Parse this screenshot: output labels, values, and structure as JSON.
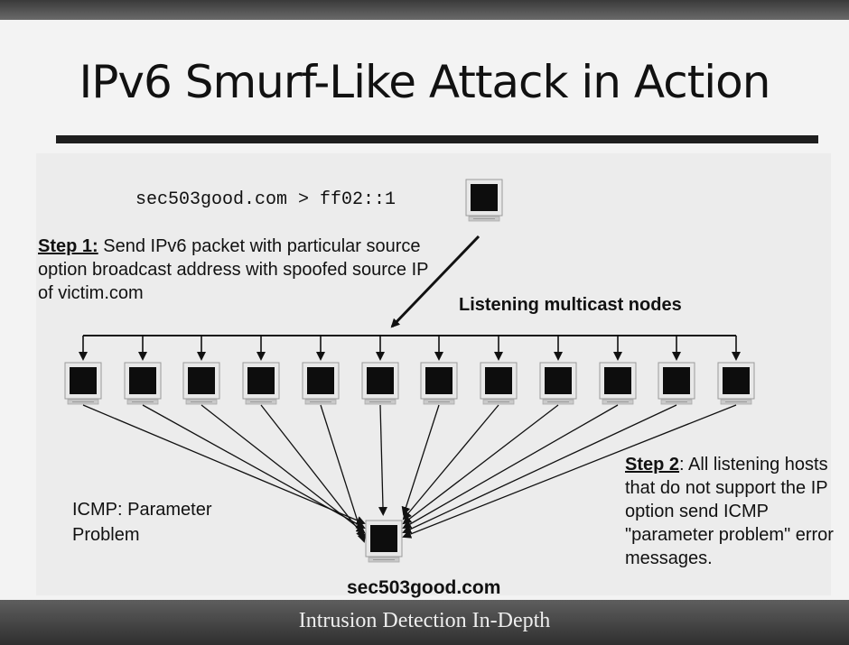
{
  "slide": {
    "title": "IPv6 Smurf-Like Attack in Action",
    "footer": "Intrusion Detection In-Depth"
  },
  "diagram": {
    "command": "sec503good.com > ff02::1",
    "step1": {
      "label": "Step 1:",
      "text": " Send IPv6 packet with particular source option broadcast address with spoofed source IP of victim.com"
    },
    "multicast_label": "Listening multicast nodes",
    "icmp_label": "ICMP: Parameter Problem",
    "step2": {
      "label": "Step 2",
      "text": ":  All listening hosts that do not support the IP option send ICMP \"parameter problem\" error messages."
    },
    "victim_label": "sec503good.com",
    "node_count": 12,
    "icon": "computer-monitor-icon"
  }
}
